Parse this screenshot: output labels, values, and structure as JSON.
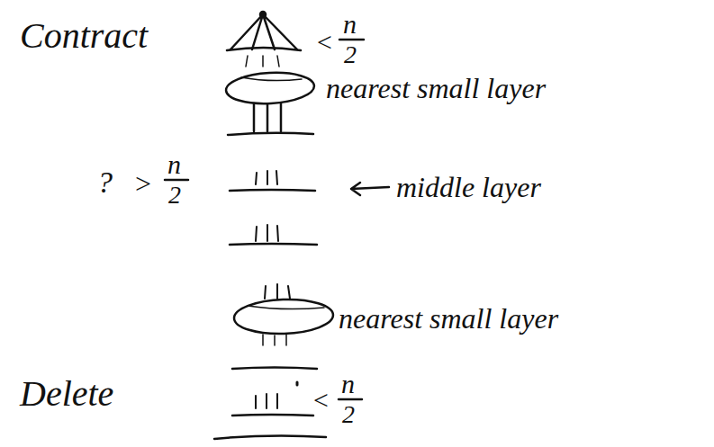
{
  "diagram": {
    "labels": [
      "Contract",
      "<",
      "n",
      "2",
      "nearest small layer",
      "?",
      ">",
      "n",
      "2",
      "middle layer",
      "nearest small layer",
      "Delete",
      "<",
      "n",
      "2"
    ]
  }
}
